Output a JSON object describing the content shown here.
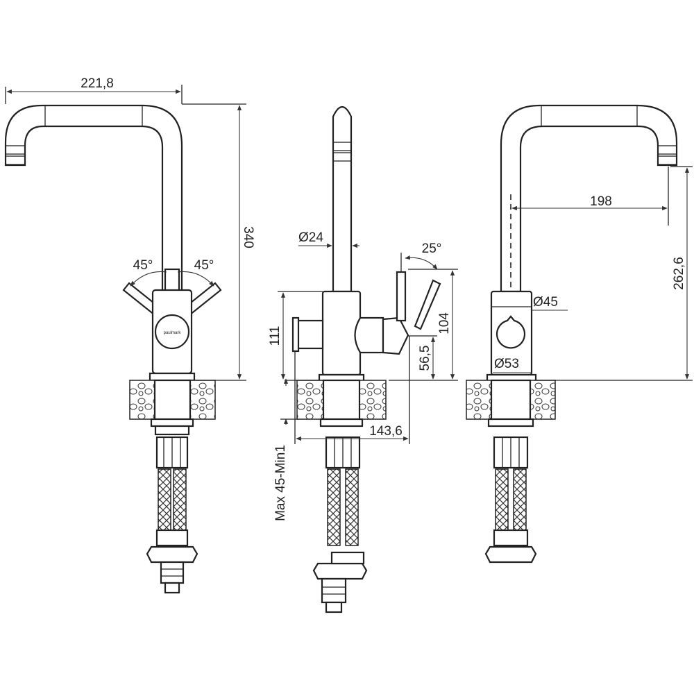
{
  "views": {
    "front": {
      "width_label": "221,8",
      "height_label": "340",
      "angle_left_label": "45°",
      "angle_right_label": "45°",
      "logo_text": "paulmark"
    },
    "side": {
      "spout_diameter_label": "Ø24",
      "lever_angle_label": "25°",
      "body_height_label": "111",
      "lever_height_label": "104",
      "outlet_height_label": "56,5",
      "depth_label": "143,6",
      "mounting_label": "Max 45-Min1"
    },
    "back": {
      "reach_label": "198",
      "spout_height_label": "262,6",
      "body_diameter_label": "Ø45",
      "base_diameter_label": "Ø53"
    }
  },
  "colors": {
    "line": "#222222",
    "background": "#ffffff"
  }
}
